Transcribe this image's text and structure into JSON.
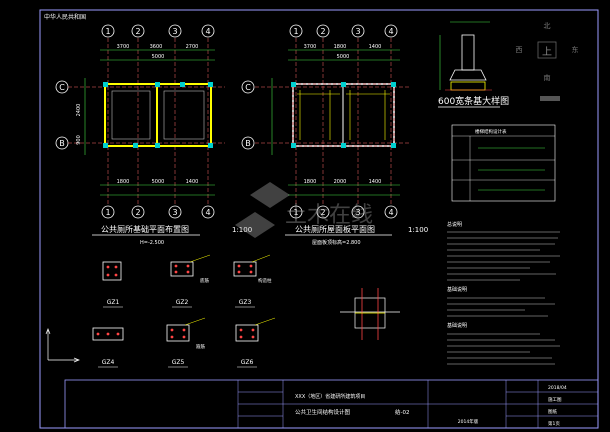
{
  "sheet": {
    "tag": "中华人民共和国",
    "grid_top": [
      "1",
      "2",
      "3",
      "4"
    ],
    "grid_side_plan1": [
      "C",
      "B"
    ],
    "grid_side_plan2": [
      "C",
      "B"
    ],
    "plan1": {
      "title": "公共厕所基础平面布置图",
      "scale": "1:100",
      "elev": "H=-2.500",
      "dims_top": [
        "3700",
        "3600",
        "2700"
      ],
      "dims_total": "5000",
      "dims_side": [
        "2400",
        "900"
      ],
      "dims_bottom": [
        "1800",
        "5000",
        "1400"
      ]
    },
    "plan2": {
      "title": "公共厕所屋面板平面图",
      "scale": "1:100",
      "note": "屋面板顶标高=2.800",
      "dims_top": [
        "3700",
        "1800",
        "1400"
      ],
      "dims_total": "5000",
      "dims_bottom": [
        "1800",
        "2000",
        "1400"
      ]
    },
    "detail": {
      "label": "600宽条基大样图",
      "compass": {
        "n": "北",
        "w": "西",
        "c": "上",
        "e": "东",
        "s": "南"
      }
    },
    "table": {
      "title": "楼梯结构设计表"
    },
    "sections": [
      {
        "label": "GZ1"
      },
      {
        "label": "GZ2"
      },
      {
        "label": "GZ3"
      },
      {
        "label": "GZ4"
      },
      {
        "label": "GZ5"
      },
      {
        "label": "GZ6"
      }
    ],
    "beam_labels": [
      "底筋",
      "构造柱",
      "箍筋"
    ],
    "notes": {
      "heading_1": "基础说明",
      "heading_2": "基础说明",
      "heading_3": "总说明"
    },
    "titleblock": {
      "project": "XXX（地区）省建研所建筑项目",
      "drawing": "公共卫生间结构设计图",
      "sheet_no": "结-02",
      "date": "2014年版",
      "right_1": "2018/04",
      "right_2": "施工图",
      "right_3": "图纸",
      "right_4": "第1页"
    },
    "watermark": "土木在线"
  }
}
